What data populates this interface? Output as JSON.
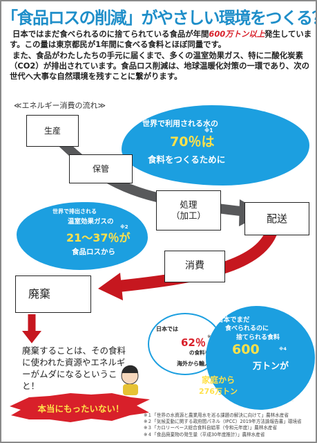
{
  "title": "「食品ロスの削減」がやさしい環境をつくる？",
  "intro": {
    "p1_a": "日本ではまだ食べられるのに捨てられている食品が年間",
    "p1_red": "600万トン以上",
    "p1_b": "発生しています。この量は東京都民が1年間に食べる食料とほぼ同量です。",
    "p2": "また、食品がわたしたちの手元に届くまで、多くの温室効果ガス、特に二酸化炭素（CO2）が排出されています。食品ロス削減は、地球温暖化対策の一環であり、次の世代へ大事な自然環境を残すことに繋がります。"
  },
  "flow_label": "≪エネルギー消費の流れ≫",
  "flow": {
    "production": "生産",
    "storage": "保管",
    "processing_1": "処理",
    "processing_2": "（加工）",
    "delivery": "配送",
    "consumption": "消費",
    "disposal": "廃棄"
  },
  "water_bubble": {
    "line1": "世界で利用される水の",
    "note": "※1",
    "percent": "70％は",
    "line3": "食料をつくるために"
  },
  "gas_bubble": {
    "line1": "世界で排出される",
    "line2": "温室効果ガスの",
    "note": "※2",
    "percent": "21～37％が",
    "line4": "食品ロスから"
  },
  "import_bubble": {
    "line1": "日本では",
    "note": "※3",
    "percent": "62％",
    "line3": "の食料を",
    "line4": "海外から輸入"
  },
  "waste_bubble": {
    "line1": "日本でまだ",
    "line2": "食べられるのに",
    "line3": "捨てられる食料",
    "number": "600",
    "note": "※4",
    "unit": "万トンが",
    "line6": "家庭から",
    "line7": "276万トン"
  },
  "message": "廃棄することは、その食料に使われた資源やエネルギーがムダになるということ！",
  "banner": "本当にもったいない！",
  "references": [
    "※１「世界の水資源と農業用水を巡る課題の解決に向けて」農林水産省",
    "※２「気候変動に関する政府間パネル（IPCC）2019年方法論報告書」環境省",
    "※３「カロリーベース総合食料自給率（令和元年度）」農林水産省",
    "※４「食品廃棄物の発生量（平成30年度推計）」農林水産省"
  ],
  "colors": {
    "title_blue": "#1e8ec9",
    "bubble_blue": "#1c9fe0",
    "accent_red": "#d8202a",
    "highlight_yellow": "#ffe14a",
    "arrow_dark": "#58595b"
  }
}
